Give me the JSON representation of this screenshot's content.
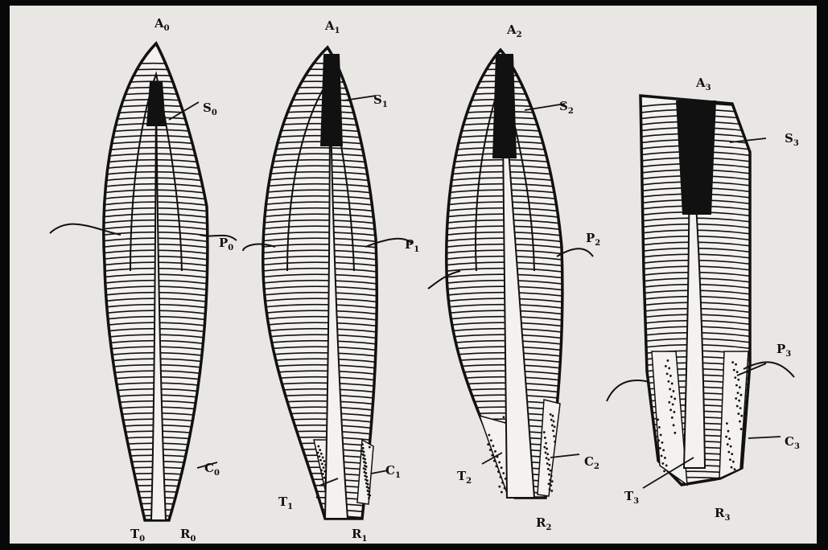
{
  "figure": {
    "labels": {
      "A0": {
        "letter": "A",
        "sub": "0"
      },
      "S0": {
        "letter": "S",
        "sub": "0"
      },
      "P0": {
        "letter": "P",
        "sub": "0"
      },
      "C0": {
        "letter": "C",
        "sub": "0"
      },
      "T0": {
        "letter": "T",
        "sub": "0"
      },
      "R0": {
        "letter": "R",
        "sub": "0"
      },
      "A1": {
        "letter": "A",
        "sub": "1"
      },
      "S1": {
        "letter": "S",
        "sub": "1"
      },
      "P1": {
        "letter": "P",
        "sub": "1"
      },
      "C1": {
        "letter": "C",
        "sub": "1"
      },
      "T1": {
        "letter": "T",
        "sub": "1"
      },
      "R1": {
        "letter": "R",
        "sub": "1"
      },
      "A2": {
        "letter": "A",
        "sub": "2"
      },
      "S2": {
        "letter": "S",
        "sub": "2"
      },
      "P2": {
        "letter": "P",
        "sub": "2"
      },
      "C2": {
        "letter": "C",
        "sub": "2"
      },
      "T2": {
        "letter": "T",
        "sub": "2"
      },
      "R2": {
        "letter": "R",
        "sub": "2"
      },
      "A3": {
        "letter": "A",
        "sub": "3"
      },
      "S3": {
        "letter": "S",
        "sub": "3"
      },
      "P3": {
        "letter": "P",
        "sub": "3"
      },
      "C3": {
        "letter": "C",
        "sub": "3"
      },
      "T3": {
        "letter": "T",
        "sub": "3"
      },
      "R3": {
        "letter": "R",
        "sub": "3"
      }
    }
  },
  "colors": {
    "frame": "#080808",
    "paper": "#e9e7e4",
    "ink": "#111111",
    "bleed": "#a8a6a2"
  }
}
